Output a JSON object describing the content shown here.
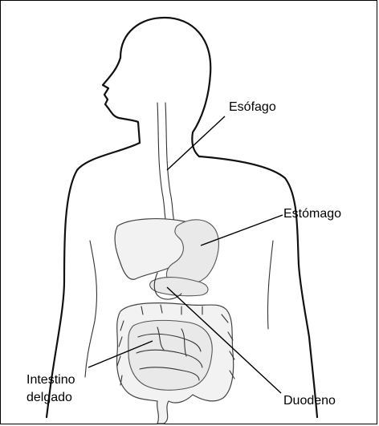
{
  "diagram": {
    "labels": {
      "esophagus": "Esófago",
      "stomach": "Estómago",
      "small_intestine_line1": "Intestino",
      "small_intestine_line2": "delgado",
      "duodenum": "Duodeno"
    },
    "colors": {
      "line": "#000000",
      "background": "#ffffff"
    }
  }
}
